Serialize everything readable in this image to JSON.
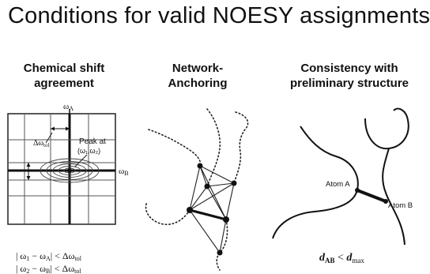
{
  "title": "Conditions for valid NOESY assignments",
  "panels": [
    {
      "heading_lines": [
        "Chemical shift",
        "agreement"
      ],
      "axis_top": "ω",
      "axis_top_sub": "A",
      "axis_right": "ω",
      "axis_right_sub": "B",
      "tolerance_label": "Δω",
      "tolerance_sub": "tol",
      "peak_label_line1": "Peak at",
      "peak_label_line2": "(ω₁,ω₂)",
      "conditions": [
        {
          "lhs": "| ω",
          "lhs_sub": "1",
          "mid": " − ω",
          "mid_sub": "A",
          "rhs": "| < Δω",
          "rhs_sub": "tol"
        },
        {
          "lhs": "| ω",
          "lhs_sub": "2",
          "mid": " − ω",
          "mid_sub": "B",
          "rhs": "| < Δω",
          "rhs_sub": "tol"
        }
      ]
    },
    {
      "heading_lines": [
        "Network-",
        "Anchoring"
      ]
    },
    {
      "heading_lines": [
        "Consistency with",
        "preliminary structure"
      ],
      "atom_a": "Atom A",
      "atom_b": "Atom B",
      "inequality": {
        "lhs": "d",
        "lhs_sub": "AB",
        "op": " < ",
        "rhs": "d",
        "rhs_sub": "max"
      }
    }
  ]
}
